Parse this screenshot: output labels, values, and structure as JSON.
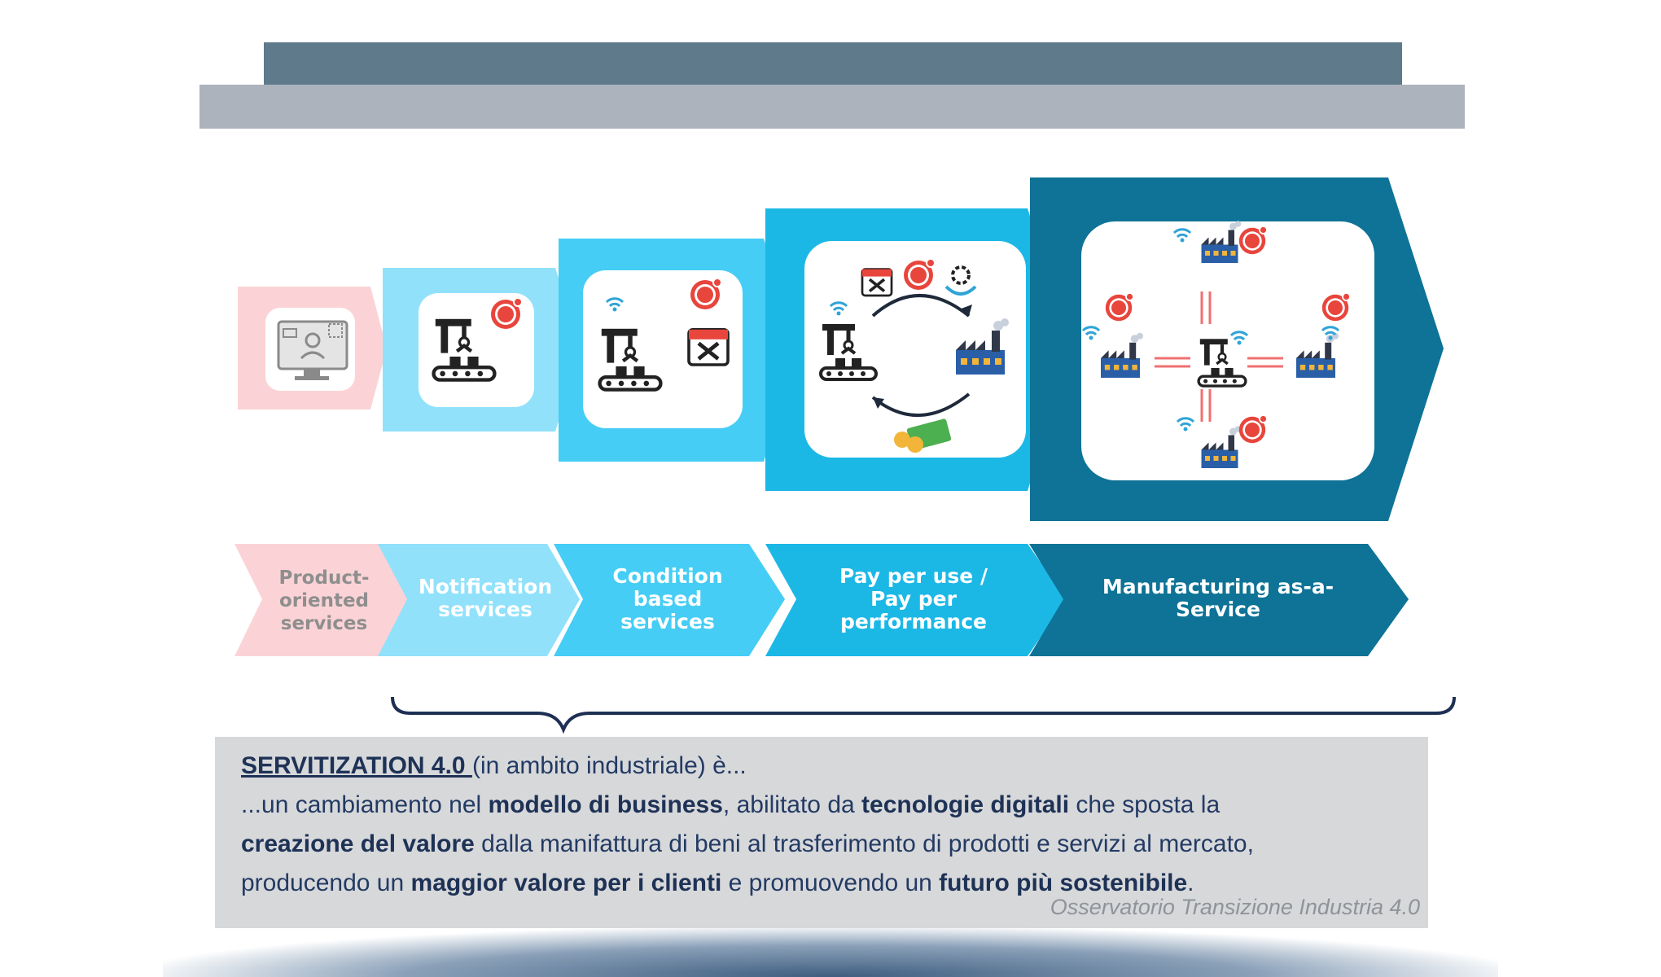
{
  "stages": [
    {
      "label": "Product-\noriented\nservices"
    },
    {
      "label": "Notification\nservices"
    },
    {
      "label": "Condition\nbased\nservices"
    },
    {
      "label": "Pay per use /\nPay per\nperformance"
    },
    {
      "label": "Manufacturing as-a-\nService"
    }
  ],
  "definition": {
    "title": "SERVITIZATION 4.0 ",
    "intro": "(in ambito industriale) è...",
    "line2_a": "...un cambiamento nel ",
    "line2_b": "modello di business",
    "line2_c": ", abilitato da ",
    "line2_d": "tecnologie  digitali",
    "line2_e": " che sposta la",
    "line3_a": "creazione del valore",
    "line3_b": " dalla manifattura di beni al trasferimento di prodotti e servizi al mercato,",
    "line4_a": "producendo un ",
    "line4_b": "maggior valore per i clienti",
    "line4_c": " e promuovendo un ",
    "line4_d": "futuro più sostenibile",
    "line4_e": "."
  },
  "source": "Osservatorio Transizione Industria 4.0",
  "colors": {
    "header_dark": "#5e7a8b",
    "header_light": "#adb3bd",
    "stage1": "#fbd3d6",
    "stage2": "#91e1fb",
    "stage3": "#45cdf5",
    "stage4": "#1bb8e6",
    "stage5": "#0e7396",
    "notification_badge": "#e8453c"
  },
  "icons": [
    "monitor-user-icon",
    "robot-arm-conveyor-icon",
    "alert-badge-icon",
    "maintenance-calendar-icon",
    "factory-icon",
    "coins-cash-icon",
    "wifi-signal-icon",
    "exchange-arrows-icon"
  ]
}
